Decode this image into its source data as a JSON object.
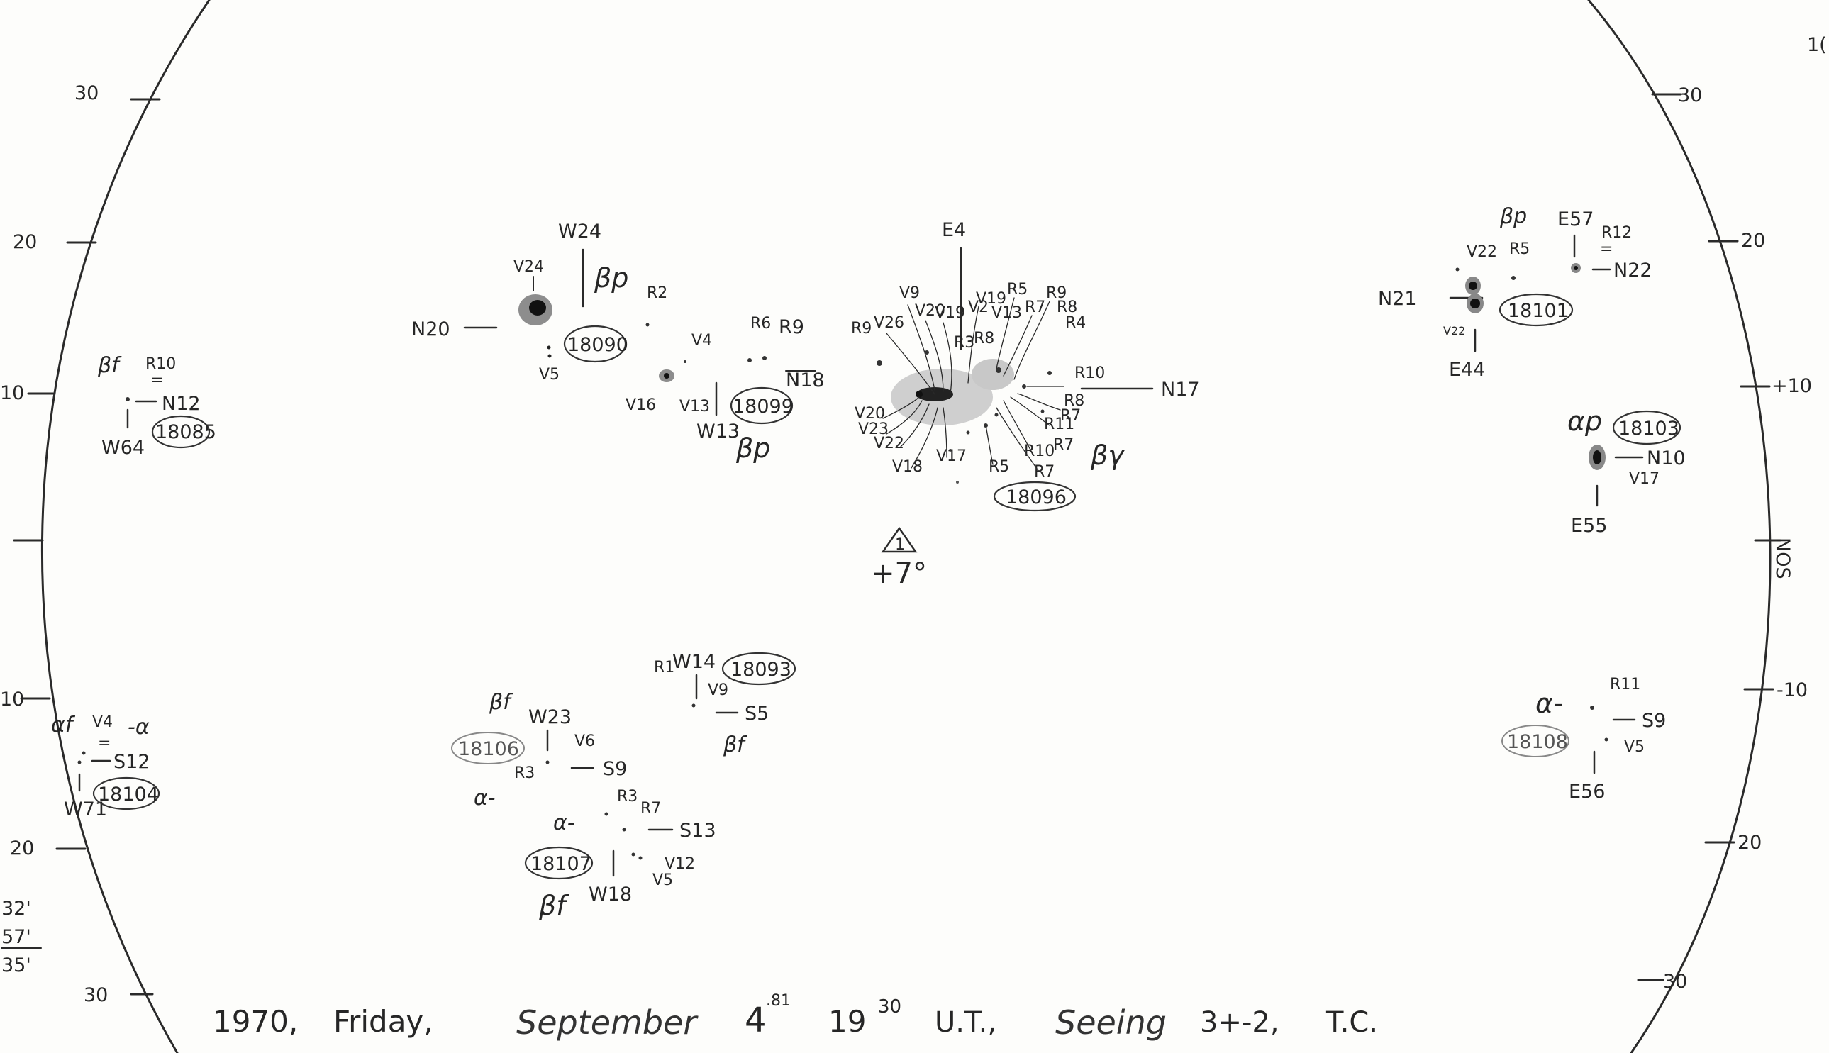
{
  "ticks": {
    "left_north": [
      "30",
      "20",
      "10"
    ],
    "left_south": [
      "10",
      "20",
      "30"
    ],
    "right_north": [
      "30",
      "20",
      "+10"
    ],
    "right_south": [
      "-10",
      "20",
      "30"
    ],
    "right_axis_letters": "NOS",
    "top_corner": "1("
  },
  "margin_note": [
    "32'",
    "57'",
    "35'"
  ],
  "caption": {
    "year": "1970,",
    "day": "Friday,",
    "month": "September",
    "date": "4",
    "date_sup": ".81",
    "time": "19",
    "time_sup": "30",
    "ut": "U.T.,",
    "seeing_label": "Seeing",
    "seeing_value": "3+-2,",
    "observer": "T.C."
  },
  "center_mark": {
    "symbol": "1",
    "angle": "+7°"
  },
  "regions": {
    "r18085": {
      "number": "18085",
      "pos": "W64",
      "lat": "N12",
      "cls": "βf",
      "pen": "R10",
      "pen_mark": "="
    },
    "r18090": {
      "number": "18090",
      "pos": "W24",
      "lat": "N20",
      "cls": "βp",
      "v1": "V24",
      "v2": "V5",
      "r1": "R2"
    },
    "r18099": {
      "number": "18099",
      "pos": "W13",
      "lat": "N18",
      "cls": "βp",
      "v1": "V16",
      "v2": "V13",
      "v3": "V4",
      "r1": "R6",
      "r2": "R9"
    },
    "r18096": {
      "number": "18096",
      "pos": "E4",
      "lat": "N17",
      "cls": "βγ",
      "labels_left": [
        "V20",
        "V23",
        "V22",
        "V18",
        "V17"
      ],
      "labels_top": [
        "R9",
        "V26",
        "V9",
        "V20",
        "V19",
        "V2",
        "V19",
        "V13",
        "R5",
        "R7",
        "R9",
        "R8",
        "R4"
      ],
      "labels_right": [
        "R10",
        "R8",
        "R7",
        "R11",
        "R7",
        "R10",
        "R7",
        "R5"
      ],
      "labels_mid": [
        "R3",
        "R8"
      ]
    },
    "r18101": {
      "number": "18101",
      "pos": "E44",
      "lat": "N21",
      "cls": "βp",
      "v1": "V22",
      "v2": "V22",
      "r1": "R5"
    },
    "r18102": {
      "pos": "E57",
      "lat": "N22",
      "pen": "R12",
      "pen_mark": "="
    },
    "r18103": {
      "number": "18103",
      "pos": "E55",
      "lat": "N10",
      "cls": "αp",
      "v1": "V17"
    },
    "r18093": {
      "number": "18093",
      "pos": "W14",
      "lat": "S5",
      "cls": "βf",
      "v1": "V9",
      "r1": "R1"
    },
    "r18106": {
      "number": "18106",
      "pos": "W23",
      "lat": "S9",
      "cls": "βf",
      "v1": "V6",
      "r1": "R3",
      "extra": "α-"
    },
    "r18107": {
      "number": "18107",
      "pos": "W18",
      "lat": "S13",
      "cls": "βf",
      "v1": "V12",
      "v2": "V5",
      "r1": "R3",
      "r2": "R7",
      "extra": "α-"
    },
    "r18104": {
      "number": "18104",
      "pos": "W71",
      "lat": "S12",
      "cls": "αf",
      "v1": "V4",
      "extra": "-α",
      "pen_mark": "="
    },
    "r18108": {
      "number": "18108",
      "pos": "E56",
      "lat": "S9",
      "cls": "α-",
      "v1": "V5",
      "r1": "R11"
    }
  },
  "colors": {
    "paper": "#fdfdfb",
    "ink": "#2a2a2a",
    "pencil": "#666666",
    "spot": "#777777"
  }
}
